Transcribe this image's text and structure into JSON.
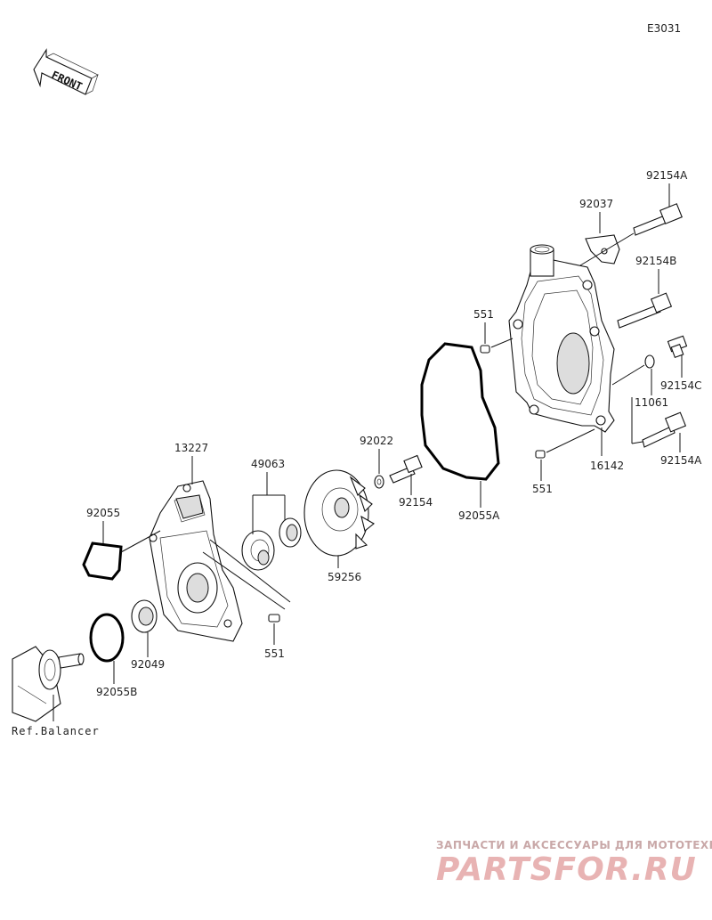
{
  "diagram_code": "E3031",
  "front_label": "FRONT",
  "ref_label": "Ref.Balancer",
  "labels": {
    "p92154A_top": "92154A",
    "p92037": "92037",
    "p92154B": "92154B",
    "p551_top": "551",
    "p92154C": "92154C",
    "p11061": "11061",
    "p16142": "16142",
    "p92154A_bottom": "92154A",
    "p551_right": "551",
    "p92022": "92022",
    "p92154": "92154",
    "p92055A": "92055A",
    "p13227": "13227",
    "p49063": "49063",
    "p59256": "59256",
    "p92055": "92055",
    "p92049": "92049",
    "p551_bottom": "551",
    "p92055B": "92055B"
  },
  "watermark": {
    "tagline": "ЗАПЧАСТИ И АКСЕССУАРЫ ДЛЯ МОТОТЕХНИКИ",
    "brand": "PARTSFOR.RU",
    "color": "#e8b3b3"
  }
}
